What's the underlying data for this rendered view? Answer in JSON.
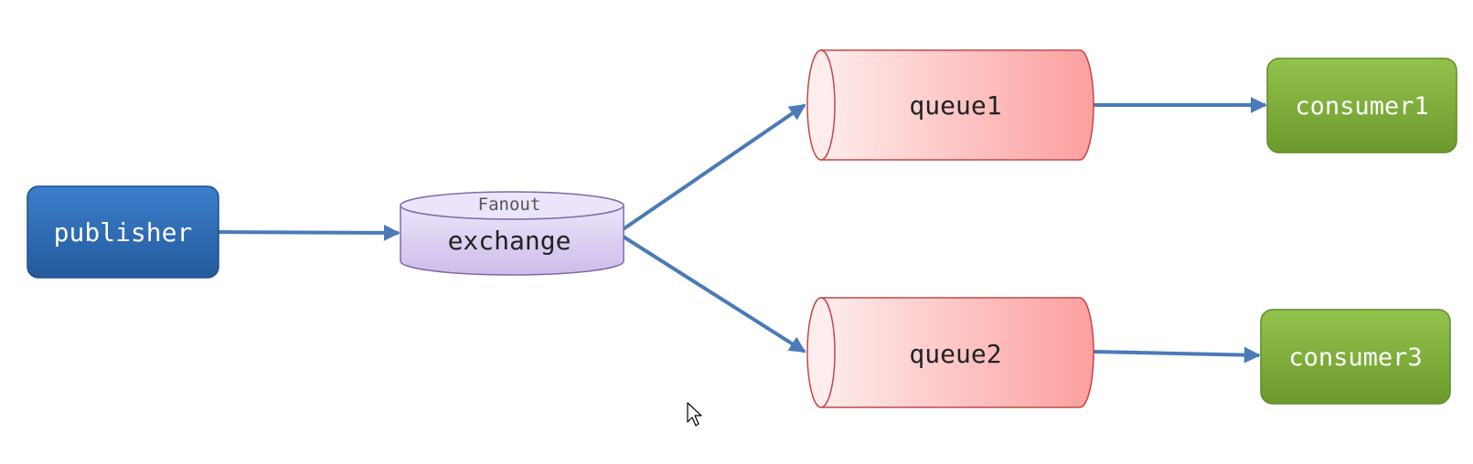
{
  "nodes": {
    "publisher": {
      "label": "publisher",
      "color": "#2f6db5"
    },
    "exchange": {
      "type_label": "Fanout",
      "label": "exchange",
      "color": "#d9cdf0"
    },
    "queue1": {
      "label": "queue1",
      "color": "#fca7a7"
    },
    "queue2": {
      "label": "queue2",
      "color": "#fca7a7"
    },
    "consumer1": {
      "label": "consumer1",
      "color": "#7fb03d"
    },
    "consumer3": {
      "label": "consumer3",
      "color": "#7fb03d"
    }
  },
  "edges": [
    {
      "from": "publisher",
      "to": "exchange"
    },
    {
      "from": "exchange",
      "to": "queue1"
    },
    {
      "from": "exchange",
      "to": "queue2"
    },
    {
      "from": "queue1",
      "to": "consumer1"
    },
    {
      "from": "queue2",
      "to": "consumer3"
    }
  ],
  "colors": {
    "arrow": "#4a7ab8"
  }
}
